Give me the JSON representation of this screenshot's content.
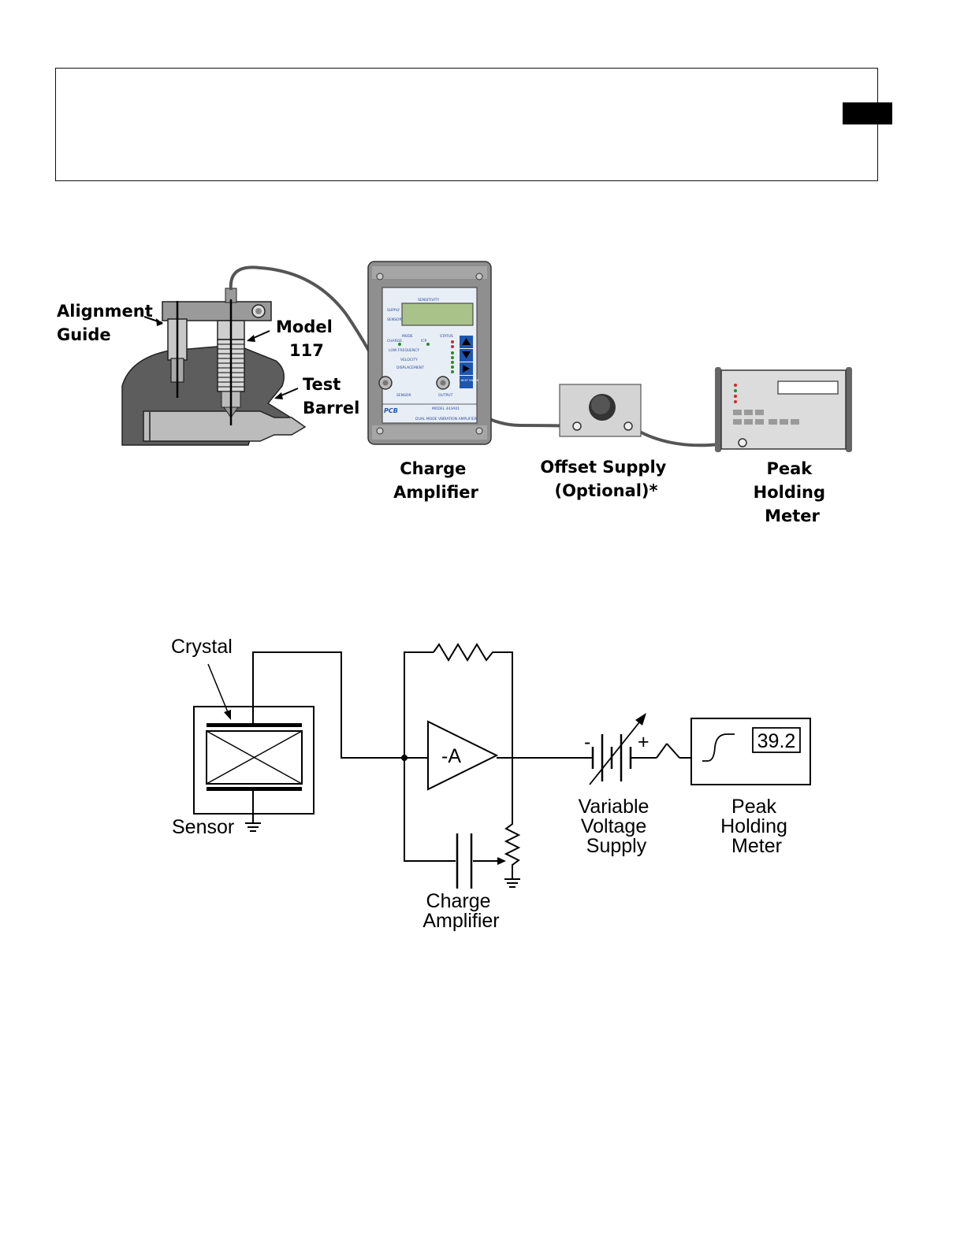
{
  "setup": {
    "alignment_guide": [
      "Alignment",
      "Guide"
    ],
    "model": [
      "Model",
      "117"
    ],
    "test_barrel": [
      "Test",
      "Barrel"
    ],
    "charge_amplifier": [
      "Charge",
      "Amplifier"
    ],
    "offset_supply": [
      "Offset Supply",
      "(Optional)*"
    ],
    "peak_meter": [
      "Peak",
      "Holding",
      "Meter"
    ],
    "amp_panel": {
      "sensitivity": "SENSITIVITY",
      "supply": "SUPPLY",
      "sensor": "SENSOR",
      "mode": "MODE",
      "charge": "CHARGE",
      "icp": "ICP",
      "status": "STATUS",
      "low_frequency": "LOW FREQUENCY",
      "velocity": "VELOCITY",
      "displacement": "DISPLACEMENT",
      "next_enter": "NEXT ENTER",
      "sensor_port": "SENSOR",
      "output_port": "OUTPUT",
      "brand": "PCB",
      "model_no": "MODEL 443A01",
      "description": "DUAL MODE VIBRATION AMPLIFIER"
    }
  },
  "schematic": {
    "crystal": "Crystal",
    "sensor": "Sensor",
    "amp_gain": "-A",
    "minus": "-",
    "plus": "+",
    "variable_supply": [
      "Variable",
      "Voltage",
      "Supply"
    ],
    "peak_meter": [
      "Peak",
      "Holding",
      "Meter"
    ],
    "meter_reading": "39.2",
    "charge_amplifier": [
      "Charge",
      "Amplifier"
    ]
  }
}
